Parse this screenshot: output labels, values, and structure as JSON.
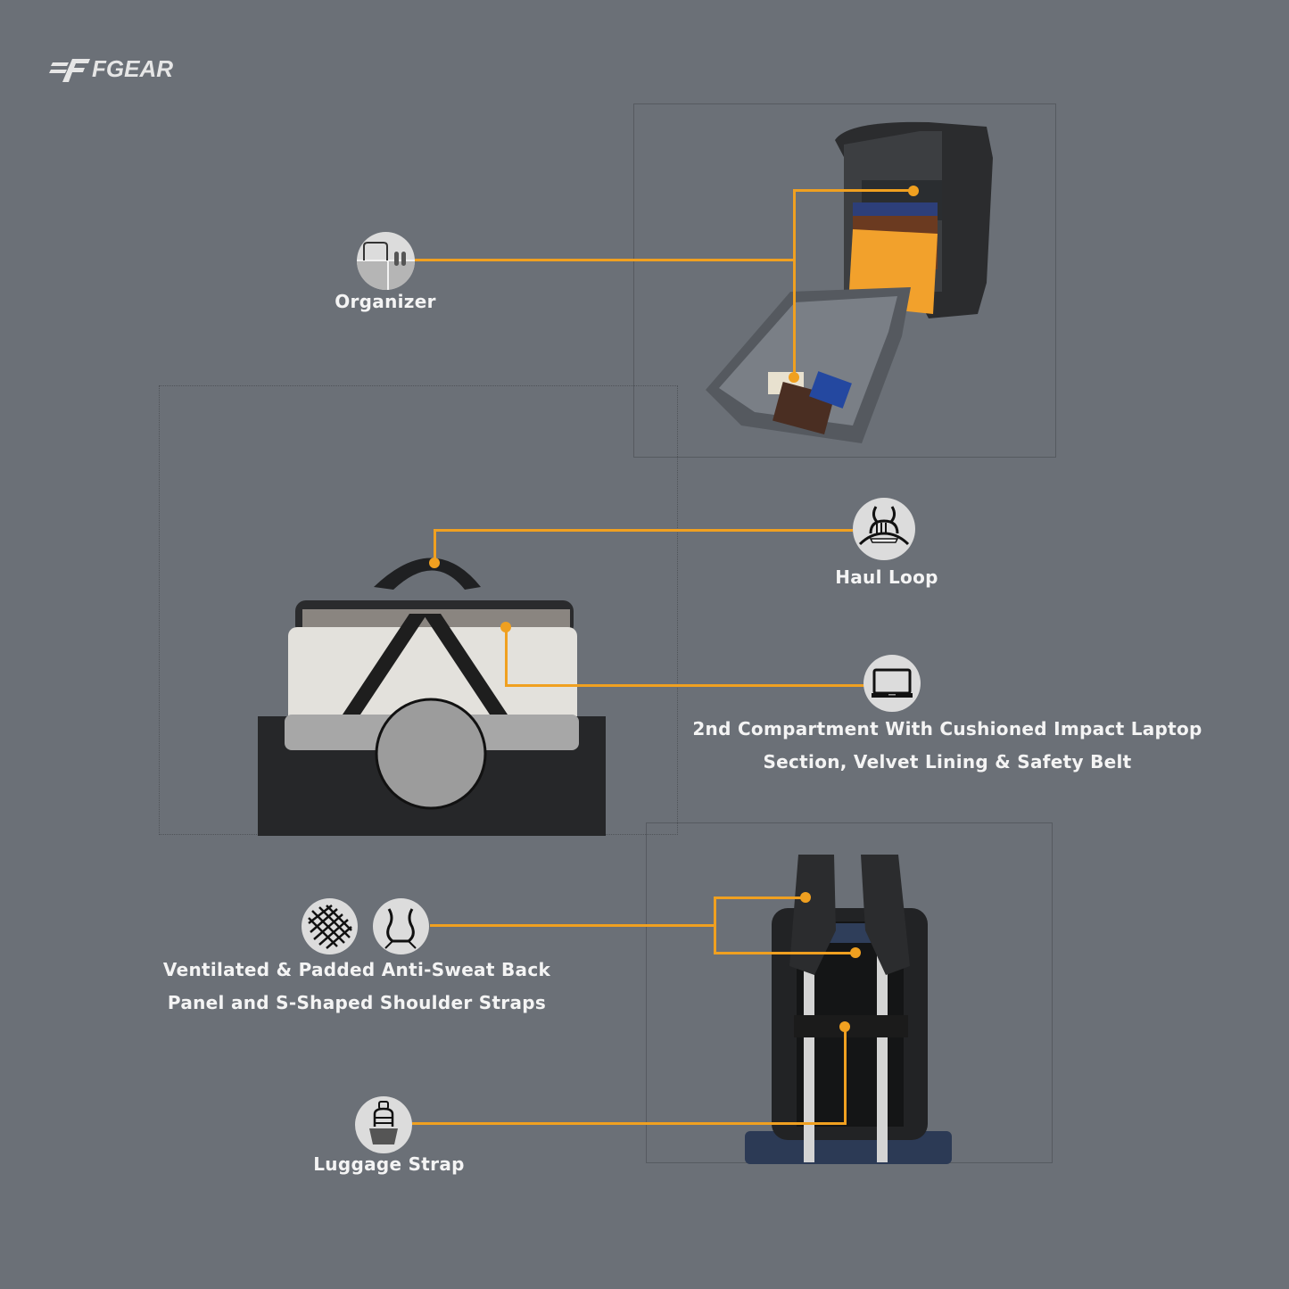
{
  "brand": {
    "logo_text": "FGEAR"
  },
  "colors": {
    "background": "#6b7077",
    "accent": "#f0a020",
    "icon_bg": "#dcdcdc"
  },
  "features": [
    {
      "id": "organizer",
      "label": "Organizer",
      "icon": "organizer-icon"
    },
    {
      "id": "haul-loop",
      "label": "Haul Loop",
      "icon": "haul-loop-icon"
    },
    {
      "id": "laptop",
      "label_lines": [
        "2nd Compartment With Cushioned Impact Laptop",
        "Section, Velvet Lining & Safety Belt"
      ],
      "icon": "laptop-icon"
    },
    {
      "id": "back-panel",
      "label_lines": [
        "Ventilated & Padded Anti-Sweat Back",
        "Panel and S-Shaped Shoulder Straps"
      ],
      "icons": [
        "mesh-icon",
        "s-strap-icon"
      ]
    },
    {
      "id": "luggage-strap",
      "label": "Luggage Strap",
      "icon": "luggage-strap-icon"
    }
  ],
  "images": [
    {
      "id": "open-backpack",
      "alt": "Backpack open showing organizer pockets"
    },
    {
      "id": "top-backpack",
      "alt": "Backpack top view with laptop and haul loop"
    },
    {
      "id": "back-backpack",
      "alt": "Backpack rear view on luggage trolley"
    }
  ]
}
